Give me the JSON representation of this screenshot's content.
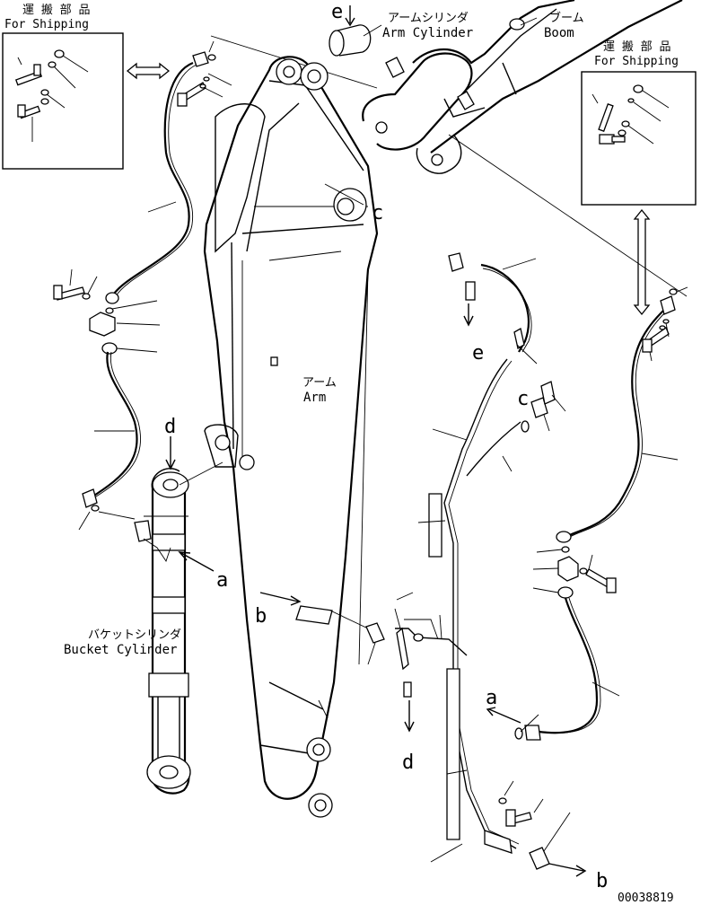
{
  "shipping_left": {
    "jp": "運 搬 部 品",
    "en": "For Shipping"
  },
  "shipping_right": {
    "jp": "運 搬 部 品",
    "en": "For Shipping"
  },
  "arm_cylinder": {
    "jp": "アームシリンダ",
    "en": "Arm Cylinder"
  },
  "boom": {
    "jp": "ブーム",
    "en": "Boom"
  },
  "arm": {
    "jp": "アーム",
    "en": "Arm"
  },
  "bucket_cylinder": {
    "jp": "バケットシリンダ",
    "en": "Bucket Cylinder"
  },
  "callouts": {
    "e_top": "e",
    "c_arm": "c",
    "d_top": "d",
    "a_left": "a",
    "b_left": "b",
    "e_pipe": "e",
    "c_pipe": "c",
    "d_bottom": "d",
    "a_right": "a",
    "b_bottom": "b"
  },
  "drawing_number": "00038819"
}
